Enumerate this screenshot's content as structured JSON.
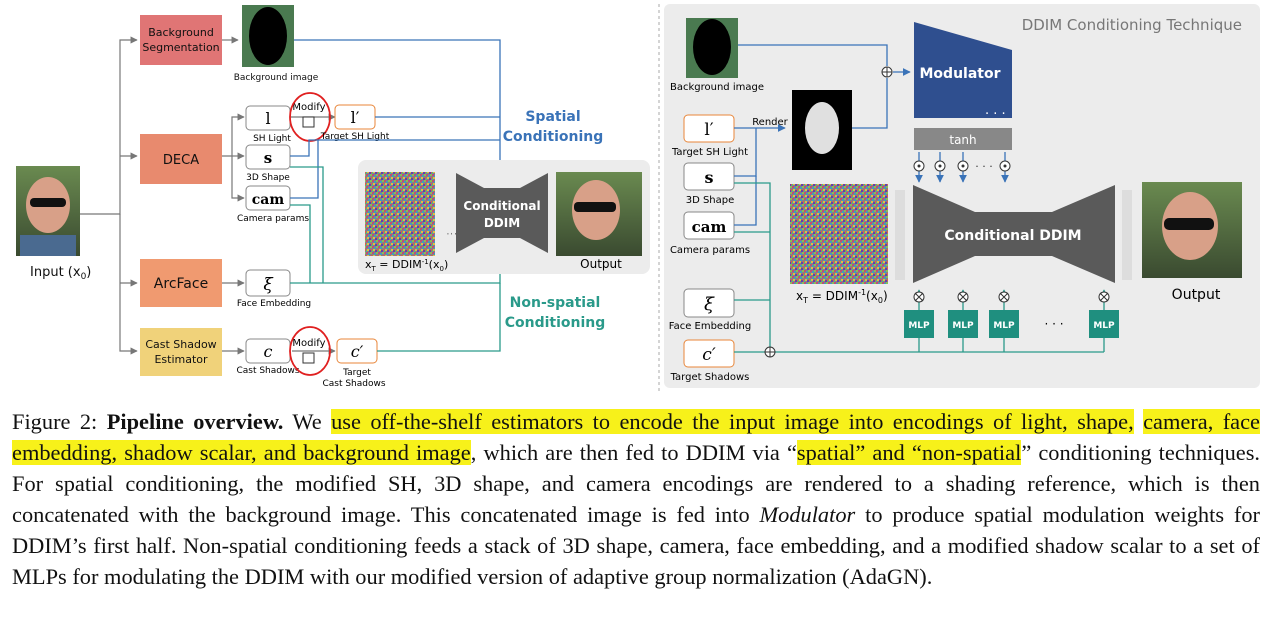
{
  "left_panel": {
    "input_label": "Input (x",
    "input_sub": "0",
    "bg_seg": [
      "Background",
      "Segmentation"
    ],
    "bg_image_label": "Background image",
    "deca": "DECA",
    "arcface": "ArcFace",
    "cast_shadow": [
      "Cast Shadow",
      "Estimator"
    ],
    "sh_symbol": "l",
    "sh_label": "SH Light",
    "modify": "Modify",
    "sh_target_symbol": "l′",
    "sh_target_label": "Target SH Light",
    "shape_symbol": "s",
    "shape_label": "3D Shape",
    "cam_symbol": "cam",
    "cam_label": "Camera params",
    "xi_symbol": "ξ",
    "xi_label": "Face Embedding",
    "c_symbol": "c",
    "c_label": "Cast Shadows",
    "c_target_symbol": "c′",
    "c_target_label": [
      "Target",
      "Cast Shadows"
    ],
    "spatial": [
      "Spatial",
      "Conditioning"
    ],
    "nonspatial": [
      "Non-spatial",
      "Conditioning"
    ],
    "cond_ddim": [
      "Conditional",
      "DDIM"
    ],
    "xt_label": "x",
    "xt_sub": "T",
    "xt_rest": " = DDIM",
    "xt_sup": "-1",
    "xt_end": "(x",
    "xt_end_sub": "0",
    "xt_close": ")",
    "output": "Output"
  },
  "right_panel": {
    "title": "DDIM Conditioning Technique",
    "bg_image_label": "Background image",
    "sh_target_symbol": "l′",
    "sh_target_label": "Target SH Light",
    "render": "Render",
    "shape_symbol": "s",
    "shape_label": "3D Shape",
    "cam_symbol": "cam",
    "cam_label": "Camera params",
    "xi_symbol": "ξ",
    "xi_label": "Face Embedding",
    "c_symbol": "c′",
    "c_label": "Target Shadows",
    "modulator": "Modulator",
    "tanh": "tanh",
    "dots": "· · ·",
    "cond_ddim": "Conditional DDIM",
    "mlp": "MLP",
    "xt_label": "x",
    "xt_sub": "T",
    "xt_rest": " = DDIM",
    "xt_sup": "-1",
    "xt_end": "(x",
    "xt_end_sub": "0",
    "xt_close": ")",
    "output": "Output"
  },
  "caption": {
    "fig": "Figure 2: ",
    "bold": "Pipeline overview.",
    "s1": " We ",
    "h1": "use off-the-shelf estimators to encode the input image into encodings of light, shape,",
    "h2": "camera, face embedding, shadow scalar, and background image",
    "s2": ", which are then fed to DDIM via “",
    "h3": "spatial” and “non-spatial",
    "s3": "” conditioning techniques. For spatial conditioning, the modified SH, 3D shape, and camera encodings are rendered to a shading reference, which is then concatenated with the background image. This concatenated image is fed into ",
    "ital": "Modulator",
    "s4": " to produce spatial modulation weights for DDIM’s first half. Non-spatial conditioning feeds a stack of 3D shape, camera, face embedding, and a modified shadow scalar to a set of MLPs for modulating the DDIM with our modified version of adaptive group normalization (AdaGN)."
  },
  "colors": {
    "spatial_blue": "#3a73b8",
    "nonspatial_teal": "#2a9a8a",
    "bg_seg": "#e07575",
    "deca": "#e88a6e",
    "arcface": "#f09a70",
    "cast_shadow": "#f0d27a",
    "ddim_gray": "#5a5a5a",
    "modulator": "#2f4f8f",
    "mlp": "#1f8f7f",
    "highlight": "#f7f11a",
    "pen_red": "#e02020"
  }
}
